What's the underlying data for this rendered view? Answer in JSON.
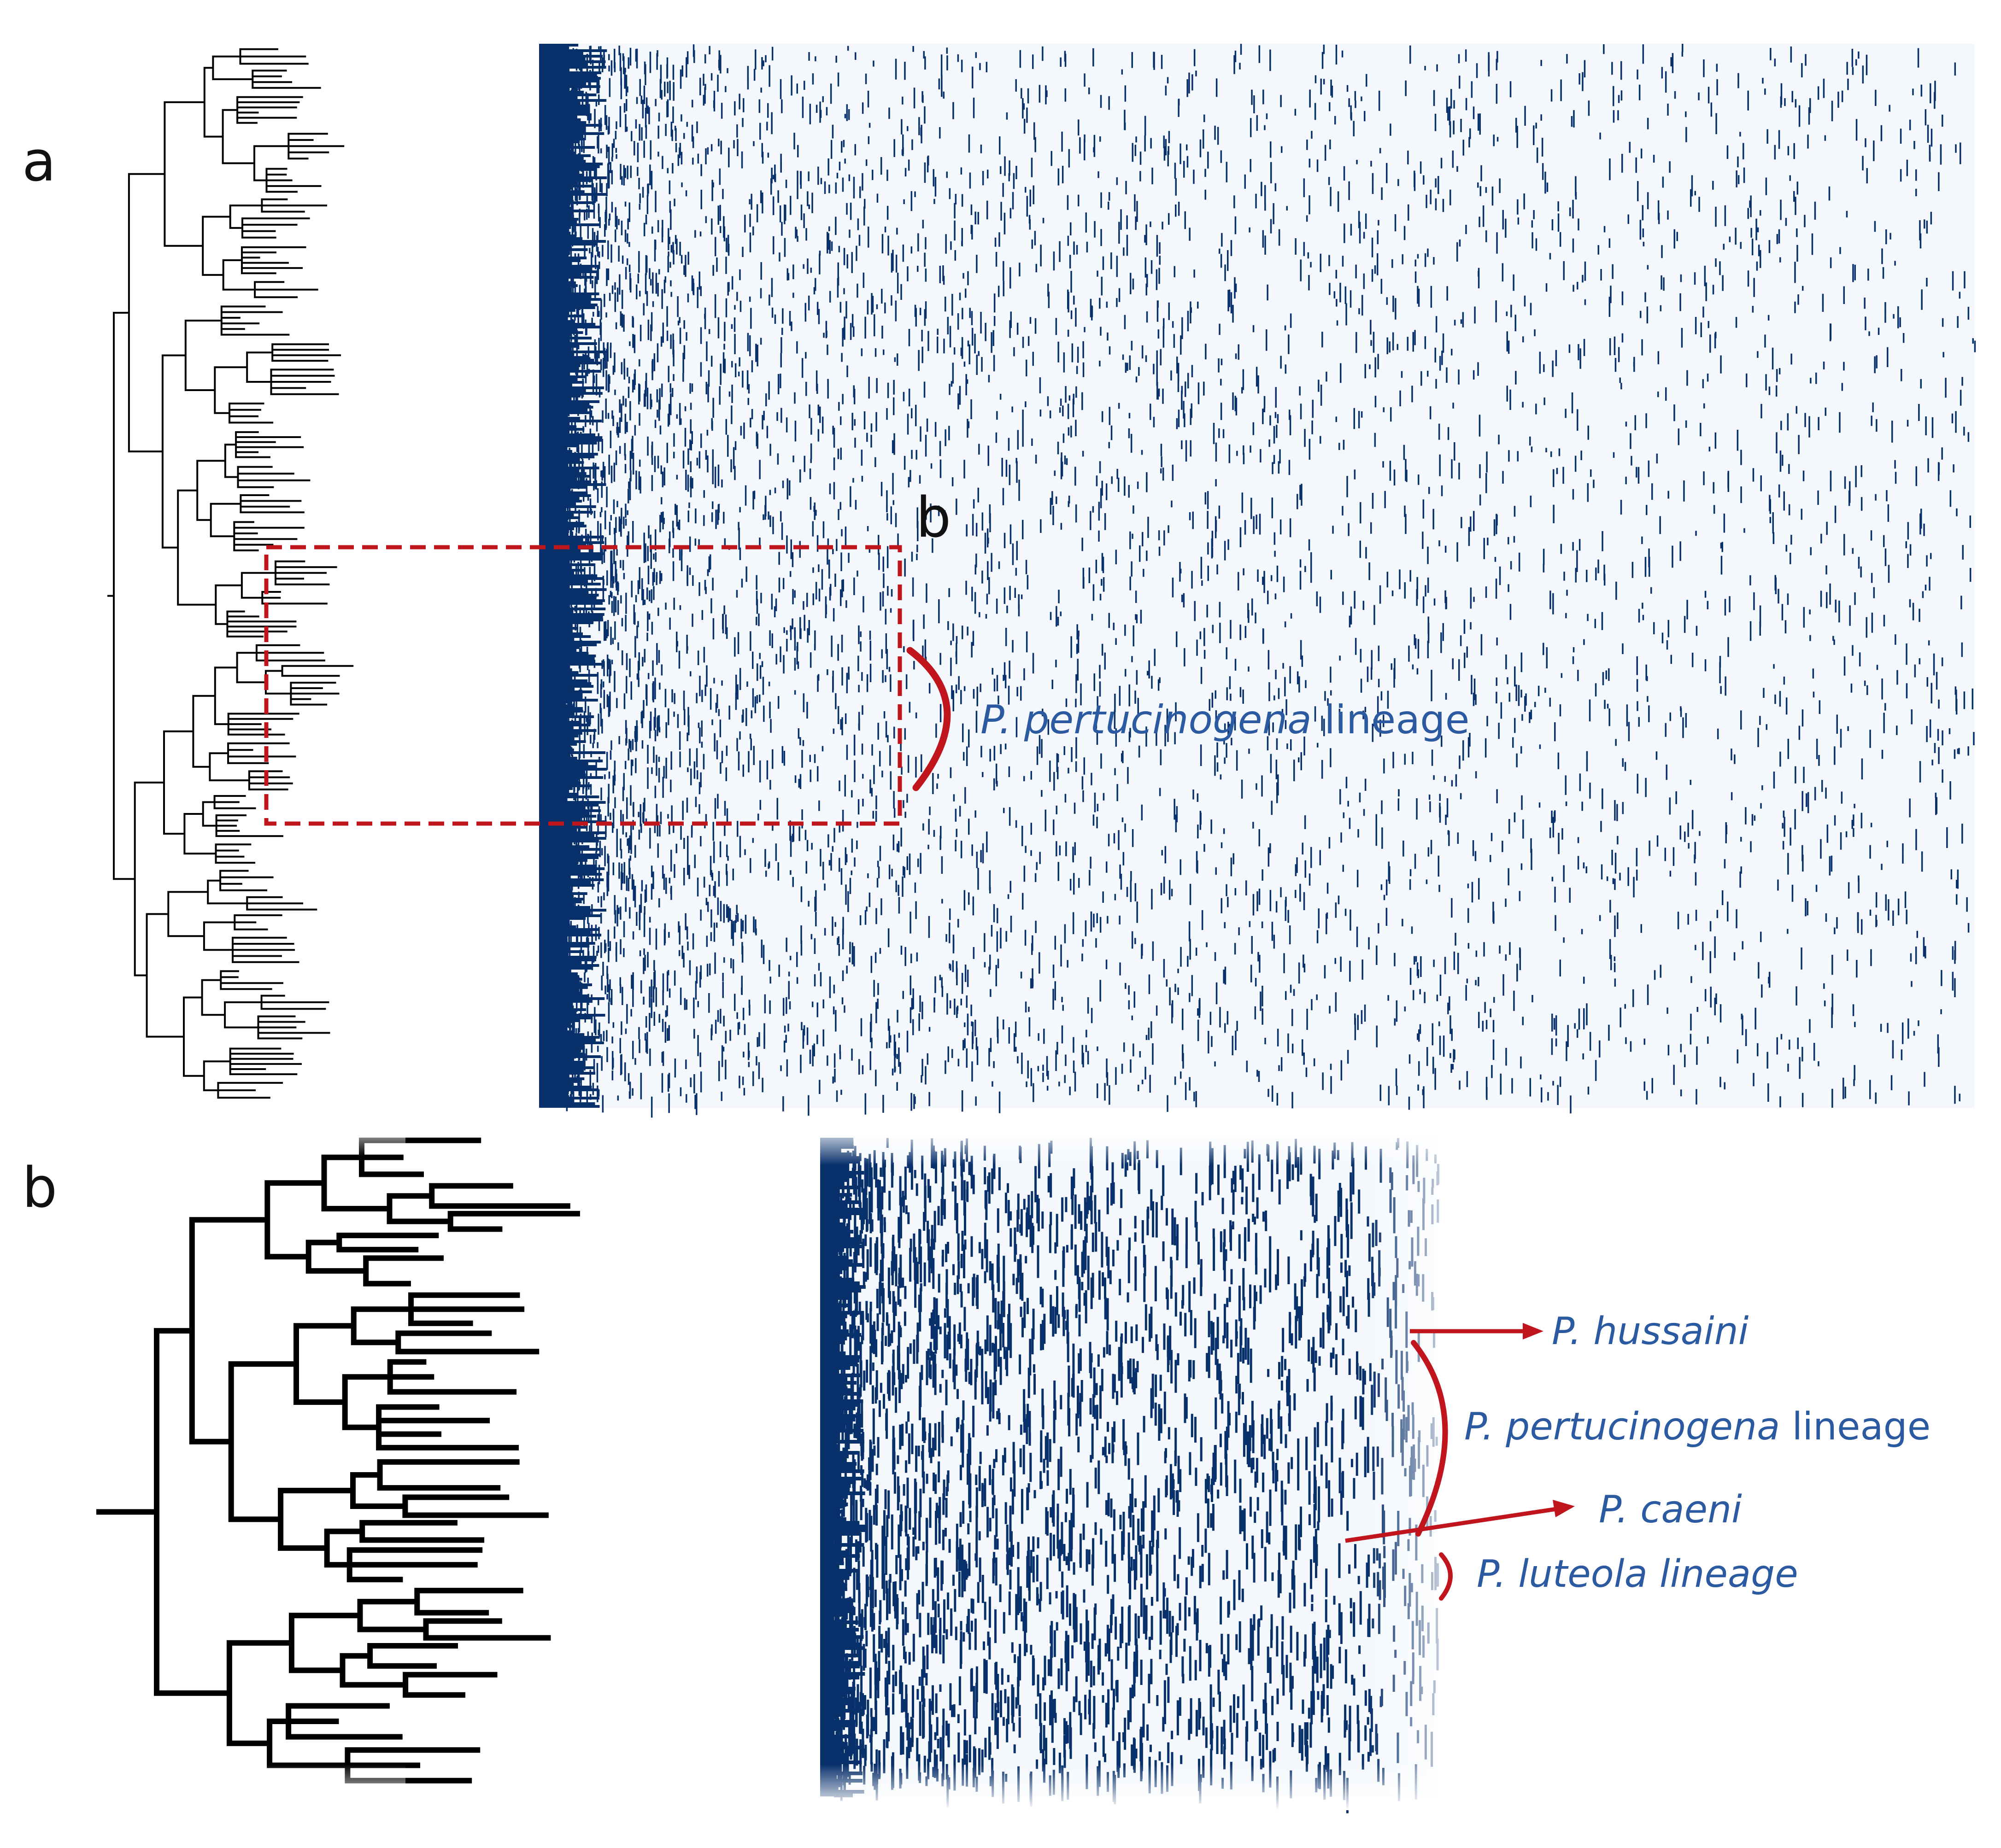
{
  "panels": {
    "a": {
      "label": "a"
    },
    "b": {
      "label": "b"
    }
  },
  "zoom_box_label": "b",
  "annotations": {
    "top_lineage": {
      "genus": "P. pertucinogena",
      "suffix": " lineage"
    },
    "hussaini": "P. hussaini",
    "bottom_lineage": {
      "genus": "P. pertucinogena",
      "suffix": " lineage"
    },
    "caeni": "P. caeni",
    "luteola": "P. luteola lineage"
  },
  "colors": {
    "heatmap_fill": "#08306b",
    "heatmap_background": "#f4f8fd",
    "annotation_red": "#c0151c",
    "annotation_text": "#2b5aa0",
    "tree": "#000000"
  }
}
